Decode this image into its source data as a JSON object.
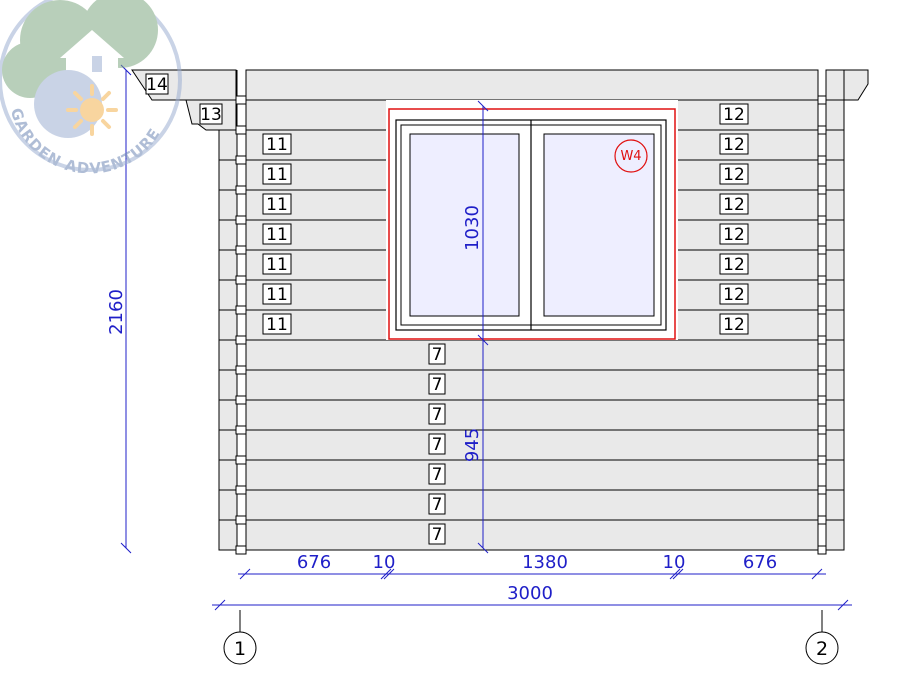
{
  "logo": {
    "text": "GARDEN ADVENTURE"
  },
  "window": {
    "tag": "W4"
  },
  "log_tags": {
    "roof_left_top": "14",
    "roof_left": "13",
    "left_wall": [
      "11",
      "11",
      "11",
      "11",
      "11",
      "11",
      "11"
    ],
    "right_wall": [
      "12",
      "12",
      "12",
      "12",
      "12",
      "12",
      "12",
      "12"
    ],
    "below_window": [
      "7",
      "7",
      "7",
      "7",
      "7",
      "7",
      "7"
    ]
  },
  "dimensions": {
    "total_height": "2160",
    "window_height": "1030",
    "sill_height": "945",
    "left_wall_width": "676",
    "gap_left": "10",
    "window_width": "1380",
    "gap_right": "10",
    "right_wall_width": "676",
    "total_width": "3000"
  },
  "grid_axes": [
    "1",
    "2"
  ],
  "colors": {
    "log_fill": "#e9e9e9",
    "outline": "#000000",
    "dimension": "#1f1fc8",
    "window_frame": "#e01010",
    "glass": "#eeeeff",
    "logo_green": "#7fa882",
    "logo_blue": "#9db0d3",
    "logo_sun": "#f4b352"
  }
}
